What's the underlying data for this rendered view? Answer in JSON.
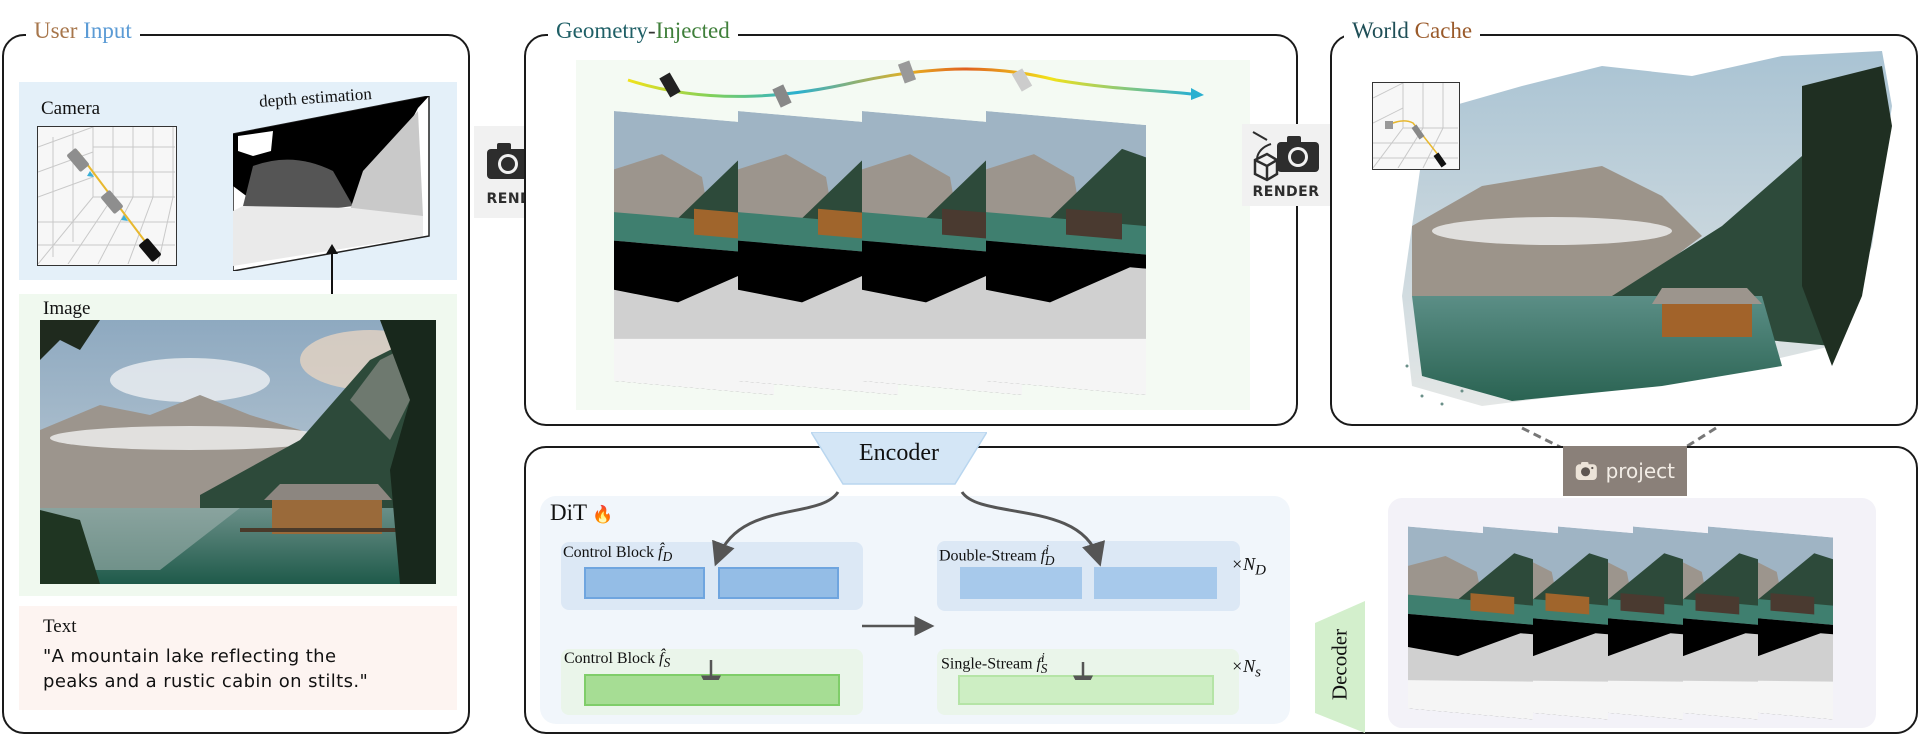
{
  "user_input": {
    "title_part1": "User ",
    "title_part2": "Input",
    "title_color1": "#a7764b",
    "title_color2": "#5b9bd5",
    "camera_label": "Camera",
    "depth_label": "depth estimation",
    "image_label": "Image",
    "text_label": "Text",
    "prompt_line1": "\"A mountain lake reflecting the",
    "prompt_line2": "peaks and a rustic cabin on stilts.\""
  },
  "geometry": {
    "title_part1": "Geometry",
    "title_sep": "-",
    "title_part2": "Injected",
    "title_color1": "#1f5f66",
    "title_color2": "#3f7f3a",
    "frame_count": 4
  },
  "render_left": {
    "label": "RENDER",
    "icon": "camera-cube-render-icon"
  },
  "render_right": {
    "label": "RENDER",
    "icon": "camera-cube-render-icon"
  },
  "world_cache": {
    "title_part1": "World ",
    "title_part2": "Cache",
    "title_color1": "#1f4f57",
    "title_color2": "#9a5a2a"
  },
  "project": {
    "label": "project",
    "icon": "camera-icon"
  },
  "encoder": {
    "label": "Encoder"
  },
  "decoder": {
    "label": "Decoder"
  },
  "dit": {
    "label": "DiT",
    "fire_icon": "🔥",
    "control_block_d": "Control Block ",
    "control_block_d_sym": "f̂",
    "control_block_d_sub": "D",
    "control_block_s": "Control Block ",
    "control_block_s_sym": "f̂",
    "control_block_s_sub": "S",
    "double_stream": "Double-Stream ",
    "double_stream_sym": "f",
    "double_stream_sup": "i",
    "double_stream_sub": "D",
    "single_stream": "Single-Stream ",
    "single_stream_sym": "f",
    "single_stream_sup": "i",
    "single_stream_sub": "S",
    "mult_d": "×N",
    "mult_d_sub": "D",
    "mult_s": "×N",
    "mult_s_sub": "s"
  },
  "output_frames": {
    "count": 5
  }
}
